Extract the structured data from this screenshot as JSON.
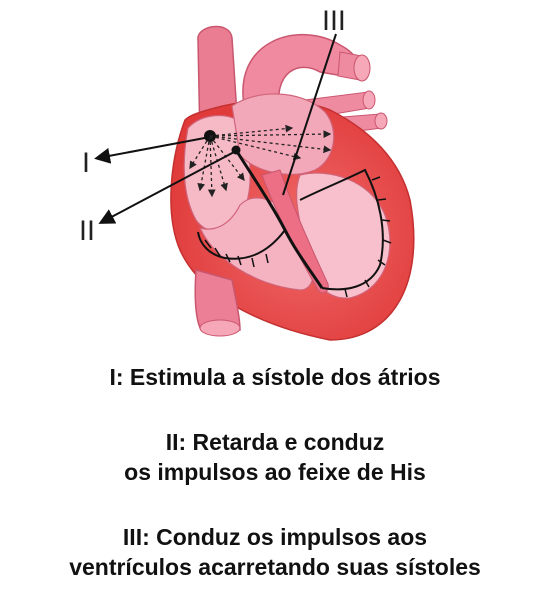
{
  "diagram": {
    "labels": {
      "I": "I",
      "II": "II",
      "III": "III"
    },
    "captions": {
      "I": [
        "I: Estimula a sístole dos átrios"
      ],
      "II": [
        "II: Retarda e conduz",
        "os impulsos ao feixe de His"
      ],
      "III": [
        "III: Conduz os impulsos aos",
        "ventrículos acarretando suas sístoles"
      ]
    },
    "colors": {
      "heart": "#e8607a",
      "heart_light": "#f4b6c4",
      "muscle": "#e84a4a",
      "lines": "#111111"
    }
  }
}
